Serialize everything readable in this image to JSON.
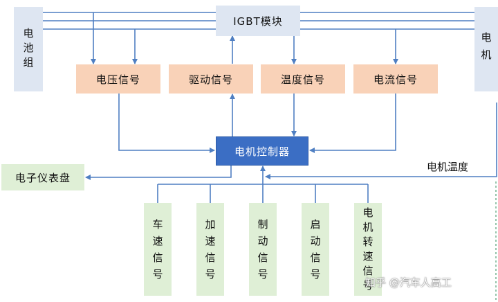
{
  "nodes": {
    "igbt": "IGBT模块",
    "battery": "电池组",
    "motor": "电机",
    "voltage_signal": "电压信号",
    "drive_signal": "驱动信号",
    "temperature_signal": "温度信号",
    "current_signal": "电流信号",
    "controller": "电机控制器",
    "dashboard": "电子仪表盘",
    "speed_signal": "车速信号",
    "accel_signal": "加速信号",
    "brake_signal": "制动信号",
    "start_signal": "启动信号",
    "motor_speed_signal": "电机转速信号"
  },
  "edge_labels": {
    "motor_temperature": "电机温度"
  },
  "watermark": "知乎 @汽车人高工",
  "colors": {
    "line": "#4f7fc2",
    "module_fill": "#dee6f2",
    "signal_fill": "#f9d2b8",
    "input_fill": "#dfefd6",
    "controller_fill": "#3b6ec4"
  }
}
